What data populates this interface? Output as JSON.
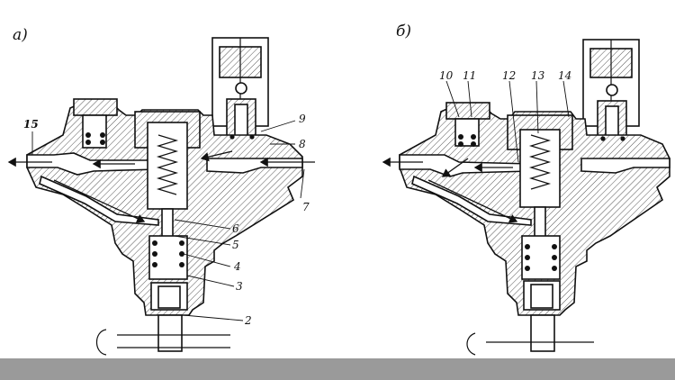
{
  "figure": {
    "panel_a_label": "а)",
    "panel_b_label": "б)",
    "colors": {
      "ink": "#111111",
      "paper": "#ffffff",
      "bottom_band": "#9a9a9a"
    }
  },
  "callouts_a": {
    "c15": "15",
    "c9": "9",
    "c8": "8",
    "c7": "7",
    "c6": "6",
    "c5": "5",
    "c4": "4",
    "c3": "3",
    "c2": "2"
  },
  "callouts_b": {
    "c10": "10",
    "c11": "11",
    "c12": "12",
    "c13": "13",
    "c14": "14"
  }
}
